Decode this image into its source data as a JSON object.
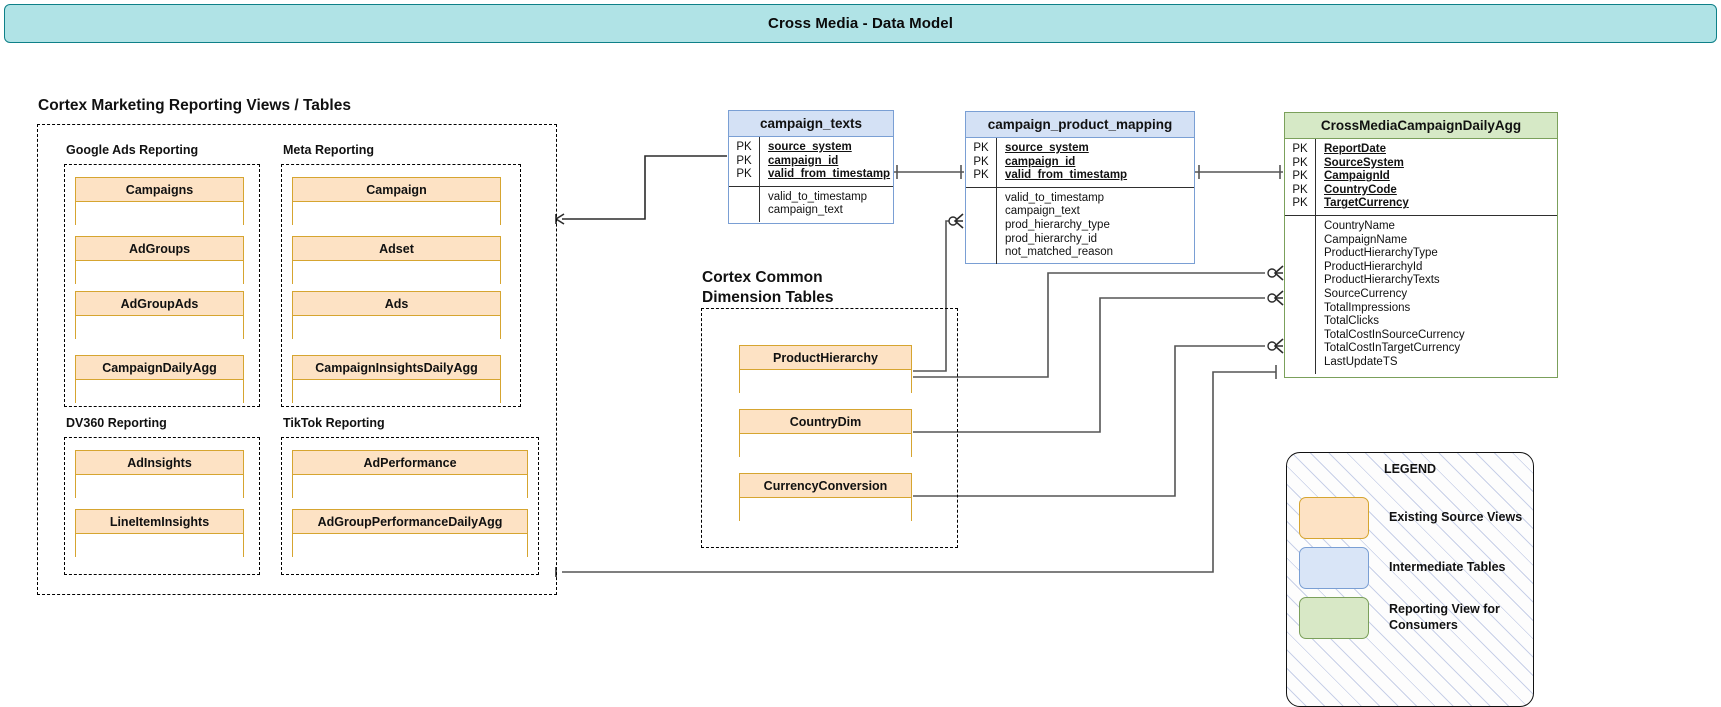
{
  "header": {
    "title": "Cross Media - Data Model"
  },
  "sections": {
    "reporting": {
      "title": "Cortex Marketing Reporting Views / Tables",
      "groups": [
        {
          "label": "Google Ads Reporting",
          "tables": [
            "Campaigns",
            "AdGroups",
            "AdGroupAds",
            "CampaignDailyAgg"
          ]
        },
        {
          "label": "Meta Reporting",
          "tables": [
            "Campaign",
            "Adset",
            "Ads",
            "CampaignInsightsDailyAgg"
          ]
        },
        {
          "label": "DV360 Reporting",
          "tables": [
            "AdInsights",
            "LineItemInsights"
          ]
        },
        {
          "label": "TikTok Reporting",
          "tables": [
            "AdPerformance",
            "AdGroupPerformanceDailyAgg"
          ]
        }
      ]
    },
    "dimensions": {
      "title": "Cortex Common\nDimension Tables",
      "tables": [
        "ProductHierarchy",
        "CountryDim",
        "CurrencyConversion"
      ]
    }
  },
  "er_tables": [
    {
      "name": "campaign_texts",
      "style": "intermediate",
      "keys": [
        {
          "marker": "PK",
          "field": "source_system"
        },
        {
          "marker": "PK",
          "field": "campaign_id"
        },
        {
          "marker": "PK",
          "field": "valid_from_timestamp"
        }
      ],
      "fields": [
        "valid_to_timestamp",
        "campaign_text"
      ]
    },
    {
      "name": "campaign_product_mapping",
      "style": "intermediate",
      "keys": [
        {
          "marker": "PK",
          "field": "source_system"
        },
        {
          "marker": "PK",
          "field": "campaign_id"
        },
        {
          "marker": "PK",
          "field": "valid_from_timestamp"
        }
      ],
      "fields": [
        "valid_to_timestamp",
        "campaign_text",
        "prod_hierarchy_type",
        "prod_hierarchy_id",
        "not_matched_reason"
      ]
    },
    {
      "name": "CrossMediaCampaignDailyAgg",
      "style": "reporting",
      "keys": [
        {
          "marker": "PK",
          "field": "ReportDate"
        },
        {
          "marker": "PK",
          "field": "SourceSystem"
        },
        {
          "marker": "PK",
          "field": "CampaignId"
        },
        {
          "marker": "PK",
          "field": "CountryCode"
        },
        {
          "marker": "PK",
          "field": "TargetCurrency"
        }
      ],
      "fields": [
        "CountryName",
        "CampaignName",
        "ProductHierarchyType",
        "ProductHierarchyId",
        "ProductHierarchyTexts",
        "SourceCurrency",
        "TotalImpressions",
        "TotalClicks",
        "TotalCostInSourceCurrency",
        "TotalCostInTargetCurrency",
        "LastUpdateTS"
      ]
    }
  ],
  "legend": {
    "title": "LEGEND",
    "items": [
      {
        "label": "Existing Source Views",
        "color": "#fde2c4",
        "border": "#d6a530"
      },
      {
        "label": "Intermediate Tables",
        "color": "#d9e5f7",
        "border": "#7a9fd4"
      },
      {
        "label": "Reporting View for\nConsumers",
        "color": "#d8e8c6",
        "border": "#7ba05b"
      }
    ]
  },
  "colors": {
    "title_bar_bg": "#b0e3e6",
    "title_bar_border": "#0e8088",
    "source_fill": "#fde2c4",
    "source_border": "#d6a530",
    "intermediate_fill": "#d4e1f5",
    "intermediate_border": "#7a9fd4",
    "reporting_fill": "#d6e9c6",
    "reporting_border": "#7ba05b"
  }
}
